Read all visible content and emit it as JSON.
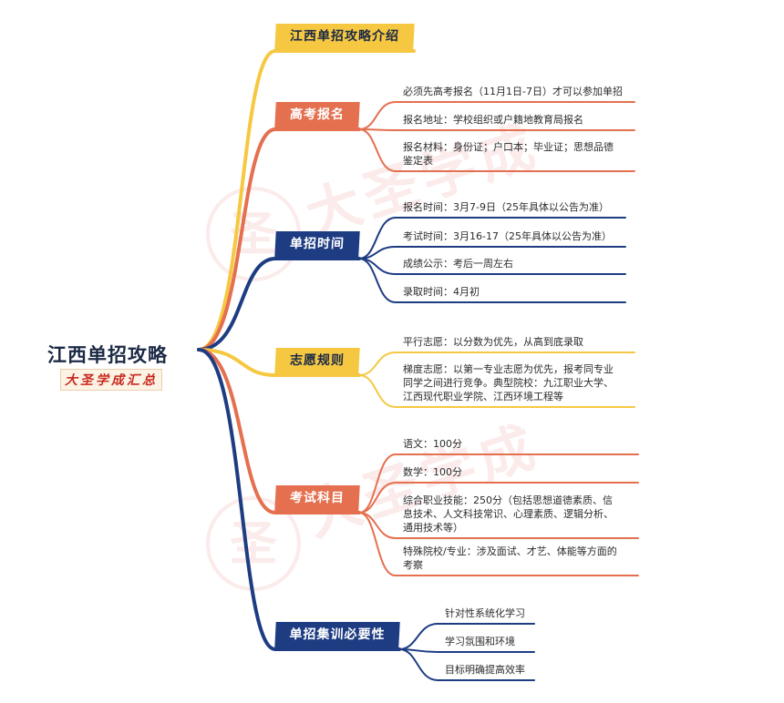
{
  "root": {
    "title": "江西单招攻略",
    "subtitle": "大圣学成汇总"
  },
  "watermark": {
    "text": "大圣学成",
    "seal": "圣"
  },
  "colors": {
    "yellow": "#f6c842",
    "red": "#e4704f",
    "blue": "#1d3c82",
    "text": "#2b2b2b"
  },
  "branches": [
    {
      "label": "江西单招攻略介绍",
      "color": "yellow",
      "items": []
    },
    {
      "label": "高考报名",
      "color": "red",
      "items": [
        [
          "必须先高考报名（11月1日-7日）才可以参加单招"
        ],
        [
          "报名地址：学校组织或户籍地教育局报名"
        ],
        [
          "报名材料：身份证；户口本；毕业证；思想品德",
          "鉴定表"
        ]
      ]
    },
    {
      "label": "单招时间",
      "color": "blue",
      "items": [
        [
          "报名时间：3月7-9日（25年具体以公告为准）"
        ],
        [
          "考试时间：3月16-17（25年具体以公告为准）"
        ],
        [
          "成绩公示：考后一周左右"
        ],
        [
          "录取时间：4月初"
        ]
      ]
    },
    {
      "label": "志愿规则",
      "color": "yellow",
      "items": [
        [
          "平行志愿：以分数为优先，从高到底录取"
        ],
        [
          "梯度志愿：以第一专业志愿为优先，报考同专业",
          "同学之间进行竞争。典型院校：九江职业大学、",
          "江西现代职业学院、江西环境工程等"
        ]
      ]
    },
    {
      "label": "考试科目",
      "color": "red",
      "items": [
        [
          "语文：100分"
        ],
        [
          "数学：100分"
        ],
        [
          "综合职业技能：250分（包括思想道德素质、信",
          "息技术、人文科技常识、心理素质、逻辑分析、",
          "通用技术等）"
        ],
        [
          "特殊院校/专业：涉及面试、才艺、体能等方面的",
          "考察"
        ]
      ]
    },
    {
      "label": "单招集训必要性",
      "color": "blue",
      "items": [
        [
          "针对性系统化学习"
        ],
        [
          "学习氛围和环境"
        ],
        [
          "目标明确提高效率"
        ]
      ]
    }
  ]
}
